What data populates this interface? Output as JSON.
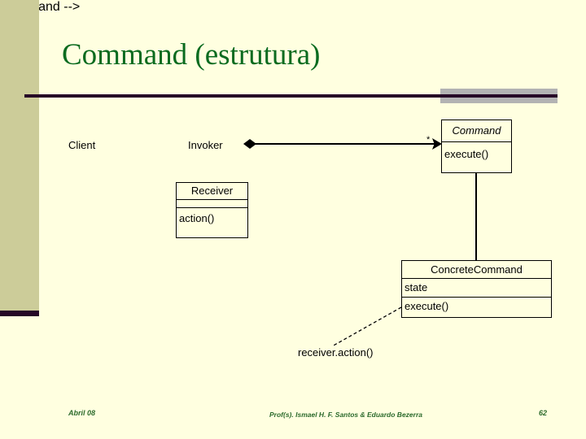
{
  "slide": {
    "title": "Command (estrutura)",
    "page_number": "62",
    "theme": {
      "background": "#ffffe0",
      "band": "#cccc99",
      "rule": "#260726",
      "slab": "#b3b3b3",
      "title_color": "#0a6b1f",
      "footer_color": "#2d6b2d"
    }
  },
  "diagram": {
    "type": "uml-class-diagram",
    "labels": {
      "client": "Client",
      "invoker": "Invoker",
      "multiplicity": "*",
      "note": "receiver.action()"
    },
    "classes": [
      {
        "id": "command",
        "name": "Command",
        "abstract": true,
        "attributes": [],
        "operations": [
          "execute()"
        ]
      },
      {
        "id": "receiver",
        "name": "Receiver",
        "abstract": false,
        "attributes": [],
        "operations": [
          "action()"
        ]
      },
      {
        "id": "concrete-command",
        "name": "ConcreteCommand",
        "abstract": false,
        "attributes": [
          "state"
        ],
        "operations": [
          "execute()"
        ]
      }
    ],
    "relations": [
      {
        "kind": "aggregation",
        "from": "Invoker",
        "to": "Command",
        "multiplicity": "*"
      },
      {
        "kind": "generalization",
        "from": "ConcreteCommand",
        "to": "Command"
      },
      {
        "kind": "note-anchor",
        "from": "note",
        "to": "ConcreteCommand.execute()"
      }
    ]
  },
  "footer": {
    "date": "Abril 08",
    "authors": "Prof(s). Ismael H. F. Santos & Eduardo Bezerra",
    "page": "62"
  }
}
